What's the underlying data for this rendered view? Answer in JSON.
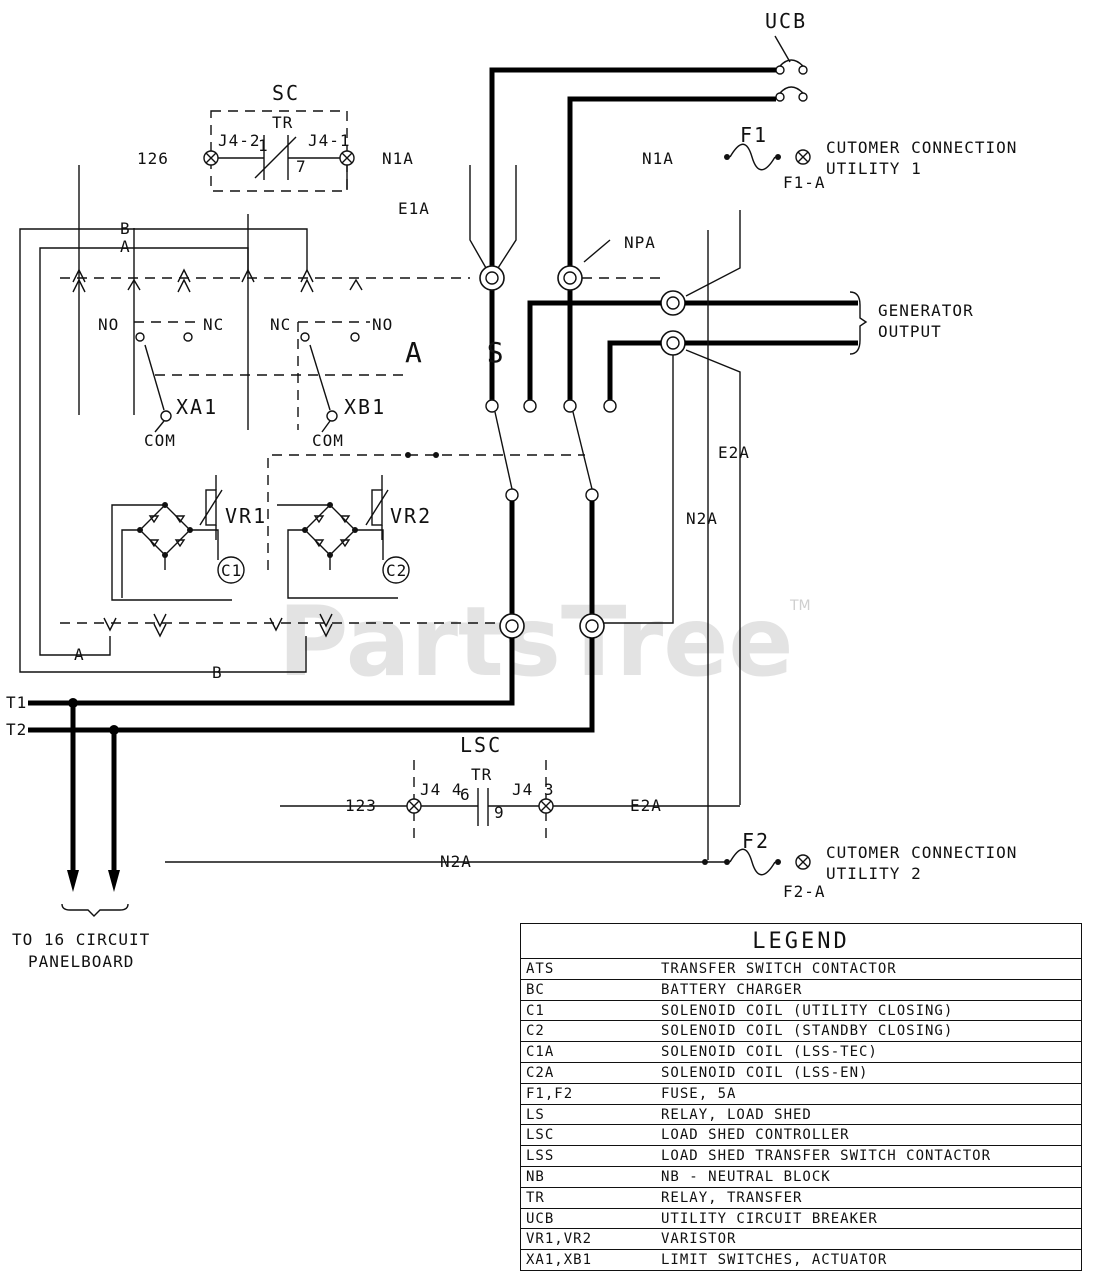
{
  "diagram": {
    "labels": {
      "ucb": "UCB",
      "sc": "SC",
      "tr_sc": "TR",
      "j4_2": "J4-2",
      "j4_1": "J4-1",
      "pin1": "1",
      "pin7": "7",
      "l126": "126",
      "n1a_sc": "N1A",
      "n1a_top": "N1A",
      "e1a": "E1A",
      "npa": "NPA",
      "f1": "F1",
      "f1a": "F1-A",
      "cust1_line1": "CUTOMER CONNECTION",
      "cust1_line2": "UTILITY 1",
      "gen_line1": "GENERATOR",
      "gen_line2": "OUTPUT",
      "wire_b_top": "B",
      "wire_a_top": "A",
      "wire_a_bot": "A",
      "wire_b_bot": "B",
      "no_left": "NO",
      "nc_left": "NC",
      "nc_right": "NC",
      "no_right": "NO",
      "ats": "A S",
      "xa1": "XA1",
      "xb1": "XB1",
      "com_left": "COM",
      "com_right": "COM",
      "vr1": "VR1",
      "vr2": "VR2",
      "c1": "C1",
      "c2": "C2",
      "e2a_vert": "E2A",
      "n2a_vert": "N2A",
      "t1": "T1",
      "t2": "T2",
      "lsc": "LSC",
      "tr_lsc": "TR",
      "j4_4": "J4 4",
      "j4_3": "J4 3",
      "pin6": "6",
      "pin9": "9",
      "l123": "123",
      "e2a_horiz": "E2A",
      "n2a_horiz": "N2A",
      "f2": "F2",
      "f2a": "F2-A",
      "cust2_line1": "CUTOMER CONNECTION",
      "cust2_line2": "UTILITY 2",
      "to16_line1": "TO 16 CIRCUIT",
      "to16_line2": "PANELBOARD"
    },
    "watermark": "PartsTree",
    "watermark_tm": "TM"
  },
  "legend": {
    "title": "LEGEND",
    "rows": [
      {
        "code": "ATS",
        "desc": "TRANSFER SWITCH CONTACTOR"
      },
      {
        "code": "BC",
        "desc": "BATTERY CHARGER"
      },
      {
        "code": "C1",
        "desc": "SOLENOID COIL (UTILITY CLOSING)"
      },
      {
        "code": "C2",
        "desc": "SOLENOID COIL (STANDBY CLOSING)"
      },
      {
        "code": "C1A",
        "desc": "SOLENOID COIL (LSS-TEC)"
      },
      {
        "code": "C2A",
        "desc": "SOLENOID COIL (LSS-EN)"
      },
      {
        "code": "F1,F2",
        "desc": "FUSE, 5A"
      },
      {
        "code": "LS",
        "desc": "RELAY, LOAD SHED"
      },
      {
        "code": "LSC",
        "desc": "LOAD SHED CONTROLLER"
      },
      {
        "code": "LSS",
        "desc": "LOAD SHED TRANSFER SWITCH CONTACTOR"
      },
      {
        "code": "NB",
        "desc": "NB - NEUTRAL BLOCK"
      },
      {
        "code": "TR",
        "desc": "RELAY, TRANSFER"
      },
      {
        "code": "UCB",
        "desc": "UTILITY CIRCUIT BREAKER"
      },
      {
        "code": "VR1,VR2",
        "desc": "VARISTOR"
      },
      {
        "code": "XA1,XB1",
        "desc": "LIMIT SWITCHES, ACTUATOR"
      }
    ]
  }
}
